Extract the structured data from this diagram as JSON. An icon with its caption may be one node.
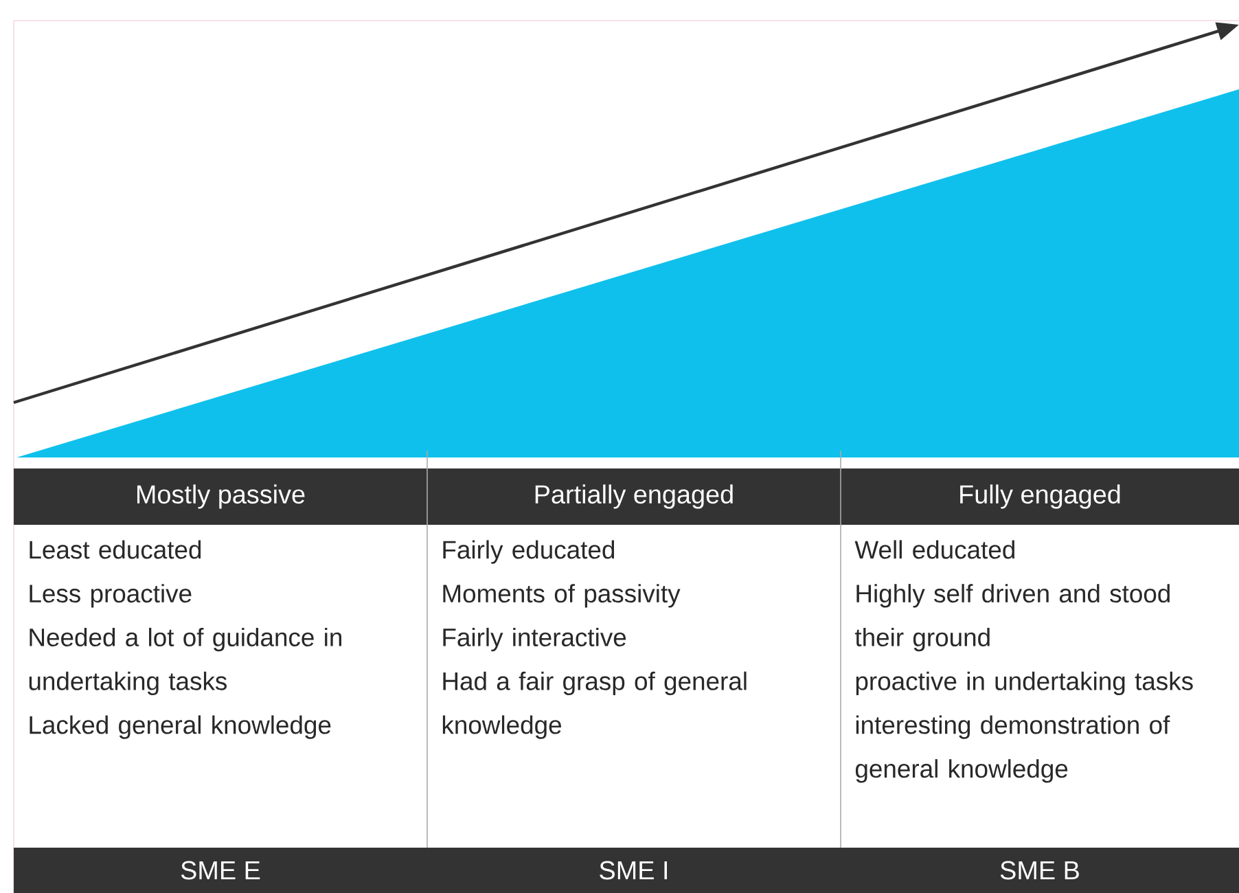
{
  "diagram": {
    "nodes": [
      {
        "text": [
          "Mostly passive"
        ]
      },
      {
        "text": [
          "Partially engaged"
        ]
      },
      {
        "text": [
          "Fully engaged"
        ]
      },
      {
        "text": [
          "Least educated",
          "Less proactive",
          "Needed a lot of guidance in undertaking tasks",
          "Lacked general knowledge"
        ]
      },
      {
        "text": [
          "Fairly educated",
          "Moments of passivity",
          "Fairly interactive",
          "Had a fair grasp of general knowledge"
        ]
      },
      {
        "text": [
          "Well educated",
          "Highly self driven and stood their ground",
          "proactive in undertaking tasks",
          "interesting demonstration of general knowledge"
        ]
      },
      {
        "text": [
          "SME E"
        ]
      },
      {
        "text": [
          "SME I"
        ]
      },
      {
        "text": [
          "SME B"
        ]
      }
    ]
  }
}
